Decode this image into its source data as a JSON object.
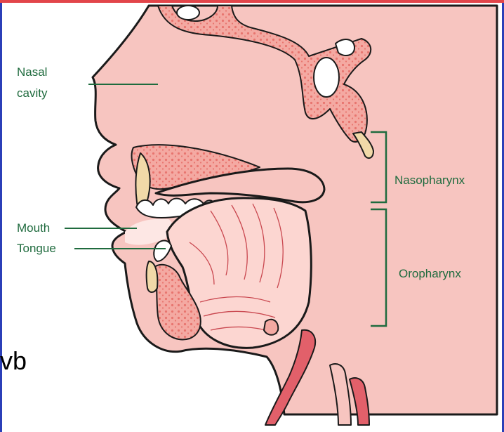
{
  "labels": {
    "nasal_cavity_line1": "Nasal",
    "nasal_cavity_line2": "cavity",
    "mouth": "Mouth",
    "tongue": "Tongue",
    "nasopharynx": "Nasopharynx",
    "oropharynx": "Oropharynx"
  },
  "corner_text": "vb",
  "colors": {
    "skin": "#f7c5c0",
    "bone": "#f4a9a2",
    "bone_dots": "#e8756f",
    "cavity": "#fde7e4",
    "label": "#1f6b3e",
    "frame": "#2b3fb8",
    "top_bar": "#e2454a"
  }
}
